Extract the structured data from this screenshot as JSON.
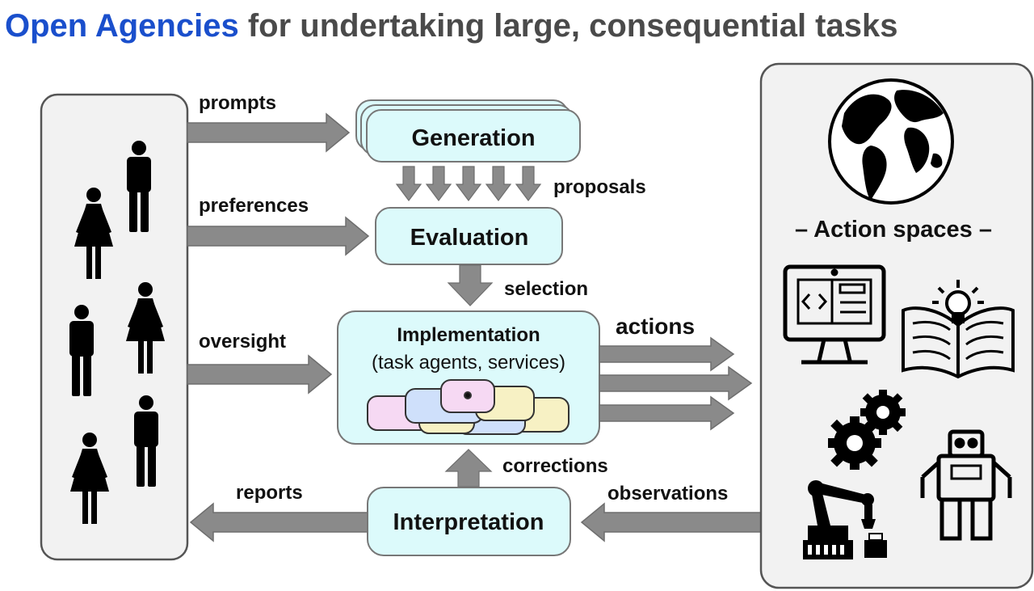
{
  "title": {
    "highlight": "Open Agencies",
    "rest": " for undertaking large, consequential tasks",
    "highlight_color": "#1a4fcc",
    "rest_color": "#4a4a4a"
  },
  "boxes": {
    "generation": "Generation",
    "evaluation": "Evaluation",
    "implementation": "Implementation",
    "implementation_sub": "(task agents, services)",
    "interpretation": "Interpretation"
  },
  "labels": {
    "prompts": "prompts",
    "preferences": "preferences",
    "oversight": "oversight",
    "reports": "reports",
    "proposals": "proposals",
    "selection": "selection",
    "actions": "actions",
    "corrections": "corrections",
    "observations": "observations"
  },
  "right_panel": {
    "heading": "– Action spaces –",
    "icons": [
      "globe-icon",
      "computer-code-icon",
      "open-book-lightbulb-icon",
      "gears-icon",
      "robot-arm-icon",
      "robot-icon"
    ]
  },
  "colors": {
    "box_fill": "#dcfafb",
    "arrow": "#8a8a8a",
    "panel_fill": "#f2f2f2"
  }
}
